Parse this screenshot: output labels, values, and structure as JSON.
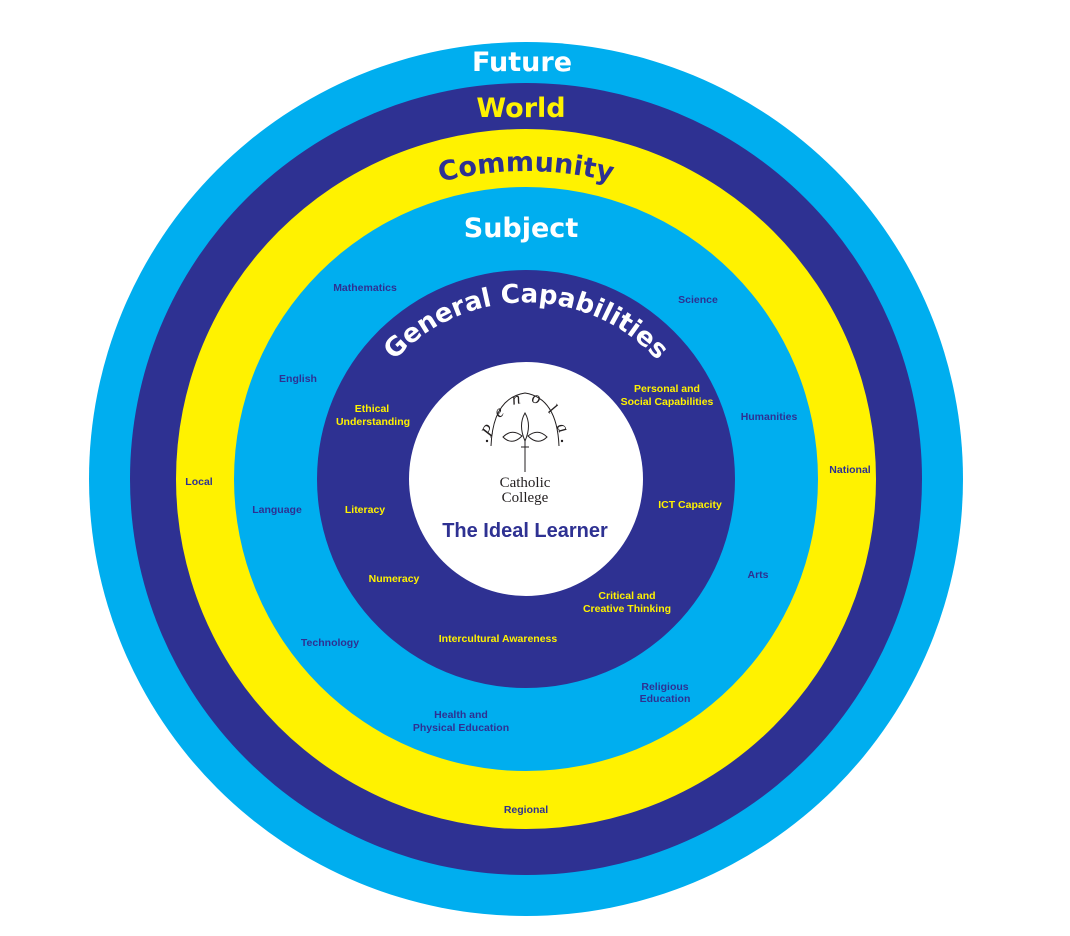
{
  "colors": {
    "light_blue": "#00AEEF",
    "navy": "#2E3192",
    "yellow": "#FFF200",
    "white": "#FFFFFF"
  },
  "rings": {
    "future": {
      "title": "Future"
    },
    "world": {
      "title": "World"
    },
    "community": {
      "title": "Community",
      "labels": [
        "Local",
        "National",
        "Regional"
      ]
    },
    "subject": {
      "title": "Subject",
      "labels": {
        "mathematics": "Mathematics",
        "science": "Science",
        "english": "English",
        "humanities": "Humanities",
        "language": "Language",
        "arts": "Arts",
        "technology": "Technology",
        "health_1": "Health and",
        "health_2": "Physical Education",
        "religious_1": "Religious",
        "religious_2": "Education"
      }
    },
    "general_capabilities": {
      "title": "General Capabilities",
      "labels": {
        "ethical_1": "Ethical",
        "ethical_2": "Understanding",
        "personal_1": "Personal and",
        "personal_2": "Social Capabilities",
        "literacy": "Literacy",
        "ict": "ICT Capacity",
        "numeracy": "Numeracy",
        "critical_1": "Critical and",
        "critical_2": "Creative Thinking",
        "intercultural": "Intercultural Awareness"
      }
    }
  },
  "center": {
    "logo": {
      "arc_letters": [
        "P",
        "e",
        "n",
        "o",
        "l",
        "a"
      ],
      "line1": "Catholic",
      "line2": "College"
    },
    "title": "The Ideal Learner"
  }
}
